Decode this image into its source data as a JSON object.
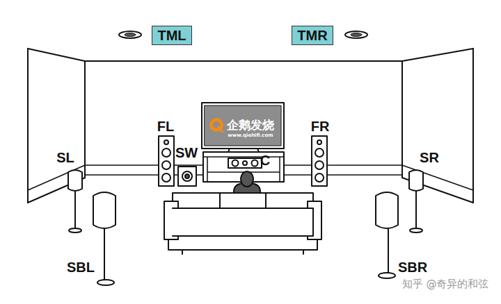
{
  "diagram": {
    "nodes": [
      {
        "text": [
          "TML"
        ]
      },
      {
        "text": [
          "TMR"
        ]
      }
    ],
    "labels": [
      "FL",
      "SW",
      "C",
      "FR",
      "SL",
      "SR",
      "SBL",
      "SBR",
      "企鹅发烧",
      "www.qiehifi.com",
      "知乎 @奇异的和弦"
    ]
  }
}
